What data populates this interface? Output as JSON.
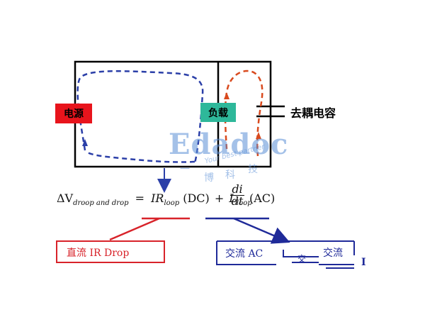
{
  "labels": {
    "source": "电源",
    "load": "负载",
    "capacitor": "去耦电容"
  },
  "equation": {
    "delta": "ΔV",
    "sub_droop": "droop and drop",
    "eq_sign": "=",
    "ir": "IR",
    "sub_loop1": "loop",
    "dc": "(DC)",
    "plus": "+",
    "l": "L",
    "sub_loop2": "loop",
    "di": "di",
    "dt": "dt",
    "ac": "(AC)"
  },
  "boxes": {
    "dc_label": "直流 IR Drop",
    "ac_label": "交流 AC",
    "ac_fragment1": "交",
    "ac_fragment2": "交流",
    "ac_fragment3": "I"
  },
  "watermark": {
    "brand": "Edadoc",
    "tagline": "Your best partner",
    "chars": [
      "一",
      "博",
      "科",
      "技"
    ]
  },
  "colors": {
    "source_fill": "#e8141c",
    "load_fill": "#2eb89a",
    "blue_loop": "#2b3fa8",
    "red_loop": "#d94a1e",
    "dc_box": "#d8232a",
    "ac_box": "#1f2a99"
  }
}
